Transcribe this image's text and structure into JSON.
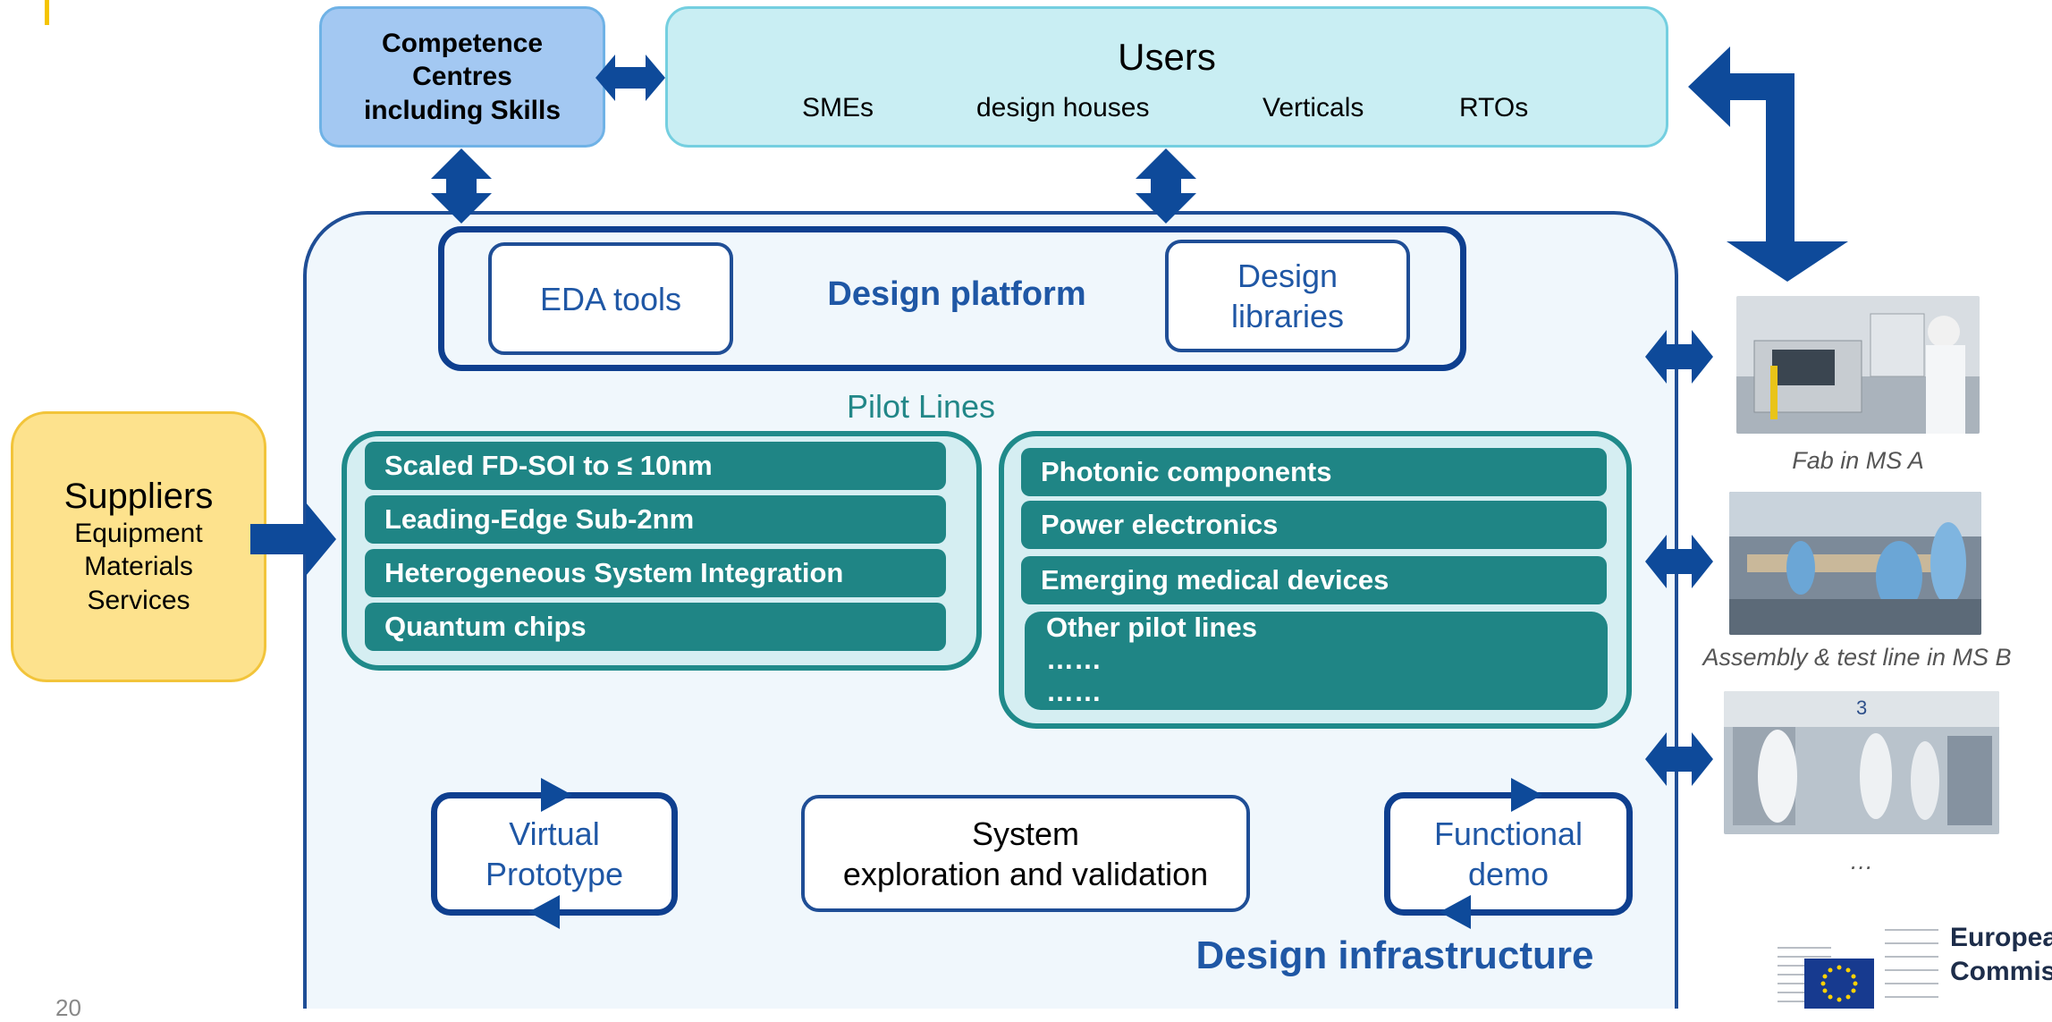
{
  "competence": {
    "line1": "Competence",
    "line2": "Centres",
    "line3": "including Skills"
  },
  "users": {
    "title": "Users",
    "items": [
      "SMEs",
      "design houses",
      "Verticals",
      "RTOs"
    ]
  },
  "design_platform": {
    "title": "Design platform",
    "eda": "EDA tools",
    "libraries_line1": "Design",
    "libraries_line2": "libraries"
  },
  "pilot_lines": {
    "title": "Pilot Lines",
    "left": [
      "Scaled FD-SOI to ≤ 10nm",
      "Leading-Edge Sub-2nm",
      "Heterogeneous System Integration",
      "Quantum chips"
    ],
    "right": [
      "Photonic components",
      "Power electronics",
      "Emerging medical devices"
    ],
    "other": {
      "label": "Other pilot lines",
      "dots1": "……",
      "dots2": "……"
    }
  },
  "suppliers": {
    "title": "Suppliers",
    "line1": "Equipment",
    "line2": "Materials",
    "line3": "Services"
  },
  "bottom": {
    "virtual_line1": "Virtual",
    "virtual_line2": "Prototype",
    "system_line1": "System",
    "system_line2": "exploration and validation",
    "functional_line1": "Functional",
    "functional_line2": "demo"
  },
  "infrastructure_title": "Design infrastructure",
  "captions": {
    "fab": "Fab in MS A",
    "assembly": "Assembly & test line in MS B",
    "more": "…"
  },
  "page_number": "20",
  "logo": {
    "line1": "European",
    "line2": "Commissi"
  },
  "colors": {
    "navy": "#0e3f8f",
    "teal": "#1f8585",
    "light_blue": "#a3c8f2",
    "users_bg": "#c9eef3",
    "suppliers_bg": "#fde28d"
  },
  "icons": [
    "double-arrow-icon",
    "feedback-loop-arrow-icon",
    "eu-flag-icon"
  ]
}
